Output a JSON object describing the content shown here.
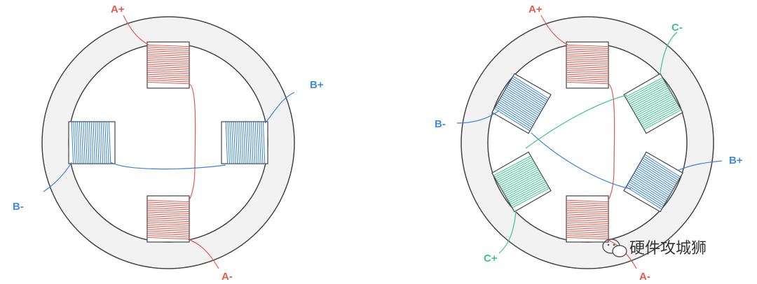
{
  "colors": {
    "stator_ring": "#f2f2f2",
    "stator_edge": "#444444",
    "phase_a": "#e05a4e",
    "phase_b": "#3b82d6",
    "phase_c": "#3cc48a",
    "core_fill": "#ffffff"
  },
  "left_motor": {
    "labels": {
      "a_plus": "A+",
      "a_minus": "A-",
      "b_plus": "B+",
      "b_minus": "B-"
    }
  },
  "right_motor": {
    "labels": {
      "a_plus": "A+",
      "a_minus": "A-",
      "b_plus": "B+",
      "b_minus": "B-",
      "c_plus": "C+",
      "c_minus": "C-"
    }
  },
  "watermark": {
    "text": "硬件攻城狮",
    "icon": "wechat-icon"
  }
}
